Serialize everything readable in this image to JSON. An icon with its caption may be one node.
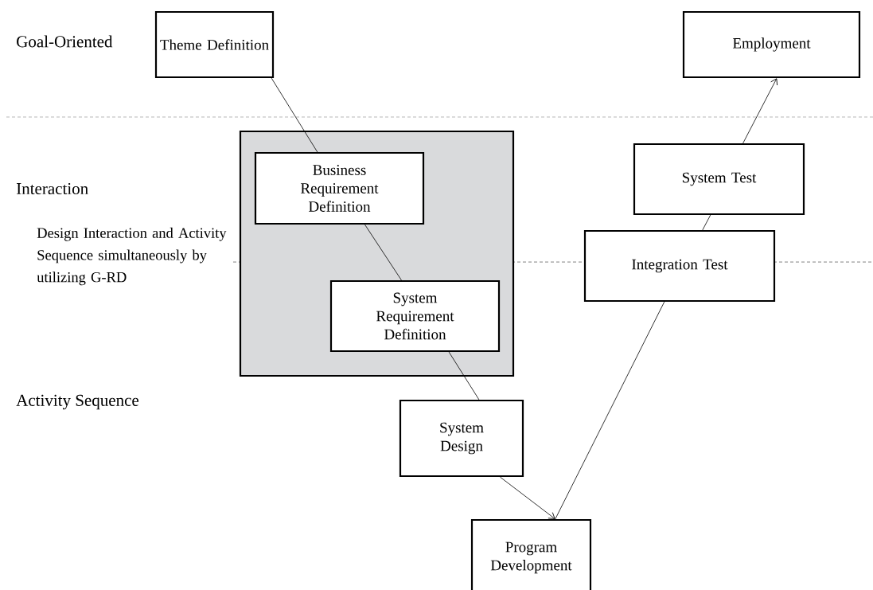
{
  "diagram": {
    "nodes": [
      {
        "text": [
          "Theme Definition"
        ]
      },
      {
        "text": [],
        "shape": "box"
      },
      {
        "text": [
          "Business Requirement Definition"
        ],
        "in": 1
      },
      {
        "text": [
          "System Requirement Definition"
        ],
        "in": 1
      },
      {
        "text": [
          "System Design"
        ]
      },
      {
        "text": [
          "Program Development"
        ]
      },
      {
        "text": [
          "Integration Test"
        ]
      },
      {
        "text": [
          "System Test"
        ]
      },
      {
        "text": [
          "Employment"
        ]
      }
    ],
    "edges": [
      {
        "from": 0,
        "to": 2,
        "arrow": "none"
      },
      {
        "from": 2,
        "to": 3,
        "arrow": "none"
      },
      {
        "from": 3,
        "to": 4,
        "arrow": "none"
      },
      {
        "from": 4,
        "to": 5,
        "arrow": "to"
      },
      {
        "from": 5,
        "to": 6,
        "arrow": "none"
      },
      {
        "from": 6,
        "to": 7,
        "arrow": "none"
      },
      {
        "from": 7,
        "to": 8,
        "arrow": "to"
      }
    ],
    "labels": [
      "Goal-Oriented",
      "Interaction",
      "Design Interaction and Activity Sequence simultaneously by utilizing G-RD",
      "Activity Sequence"
    ]
  }
}
